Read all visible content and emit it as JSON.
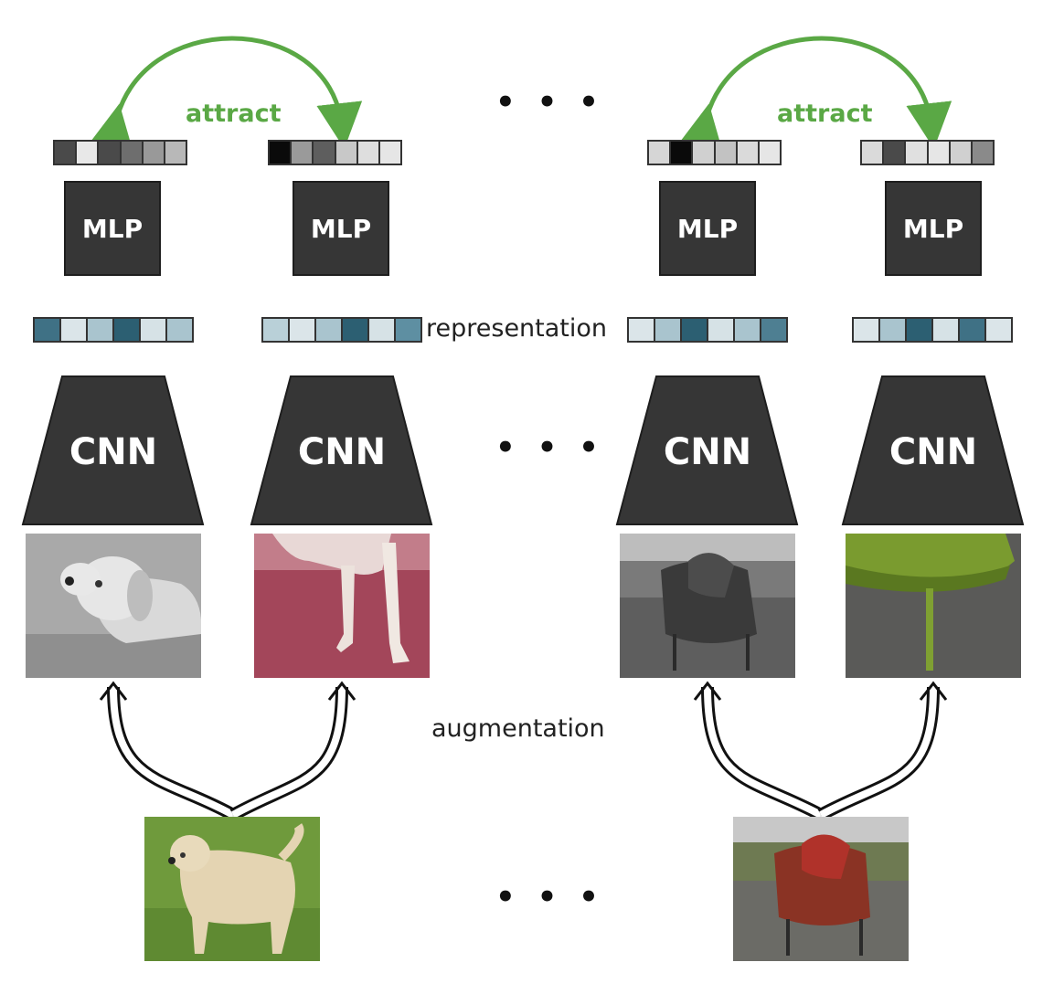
{
  "labels": {
    "attract_left": "attract",
    "attract_right": "attract",
    "representation": "representation",
    "augmentation": "augmentation",
    "dots_top": "• • •",
    "dots_mid": "• • •",
    "dots_bottom": "• • •"
  },
  "columns": [
    {
      "mlp": "MLP",
      "cnn": "CNN",
      "proj": [
        "#4a4a4a",
        "#e8e8e8",
        "#4a4a4a",
        "#6e6e6e",
        "#999999",
        "#b8b8b8"
      ],
      "rep": [
        "#3f7185",
        "#dbe5e9",
        "#a9c4ce",
        "#2c5f72",
        "#d6e2e6",
        "#a9c4ce"
      ]
    },
    {
      "mlp": "MLP",
      "cnn": "CNN",
      "proj": [
        "#0a0a0a",
        "#9a9a9a",
        "#5e5e5e",
        "#c8c8c8",
        "#dedede",
        "#e6e6e6"
      ],
      "rep": [
        "#b9d0d8",
        "#dbe5e9",
        "#a9c4ce",
        "#2c5f72",
        "#d6e2e6",
        "#5e8fa2"
      ]
    },
    {
      "mlp": "MLP",
      "cnn": "CNN",
      "proj": [
        "#d6d6d6",
        "#0a0a0a",
        "#d0d0d0",
        "#c2c2c2",
        "#dadada",
        "#e6e6e6"
      ],
      "rep": [
        "#dbe5e9",
        "#a9c4ce",
        "#2c5f72",
        "#d6e2e6",
        "#a9c4ce",
        "#4e7f92"
      ]
    },
    {
      "mlp": "MLP",
      "cnn": "CNN",
      "proj": [
        "#dadada",
        "#4a4a4a",
        "#e0e0e0",
        "#e6e6e6",
        "#d0d0d0",
        "#8a8a8a"
      ],
      "rep": [
        "#dbe5e9",
        "#a9c4ce",
        "#2c5f72",
        "#d6e2e6",
        "#3f7185",
        "#dbe5e9"
      ]
    }
  ],
  "colors": {
    "accent_green": "#5aa845",
    "box_dark": "#363636"
  }
}
